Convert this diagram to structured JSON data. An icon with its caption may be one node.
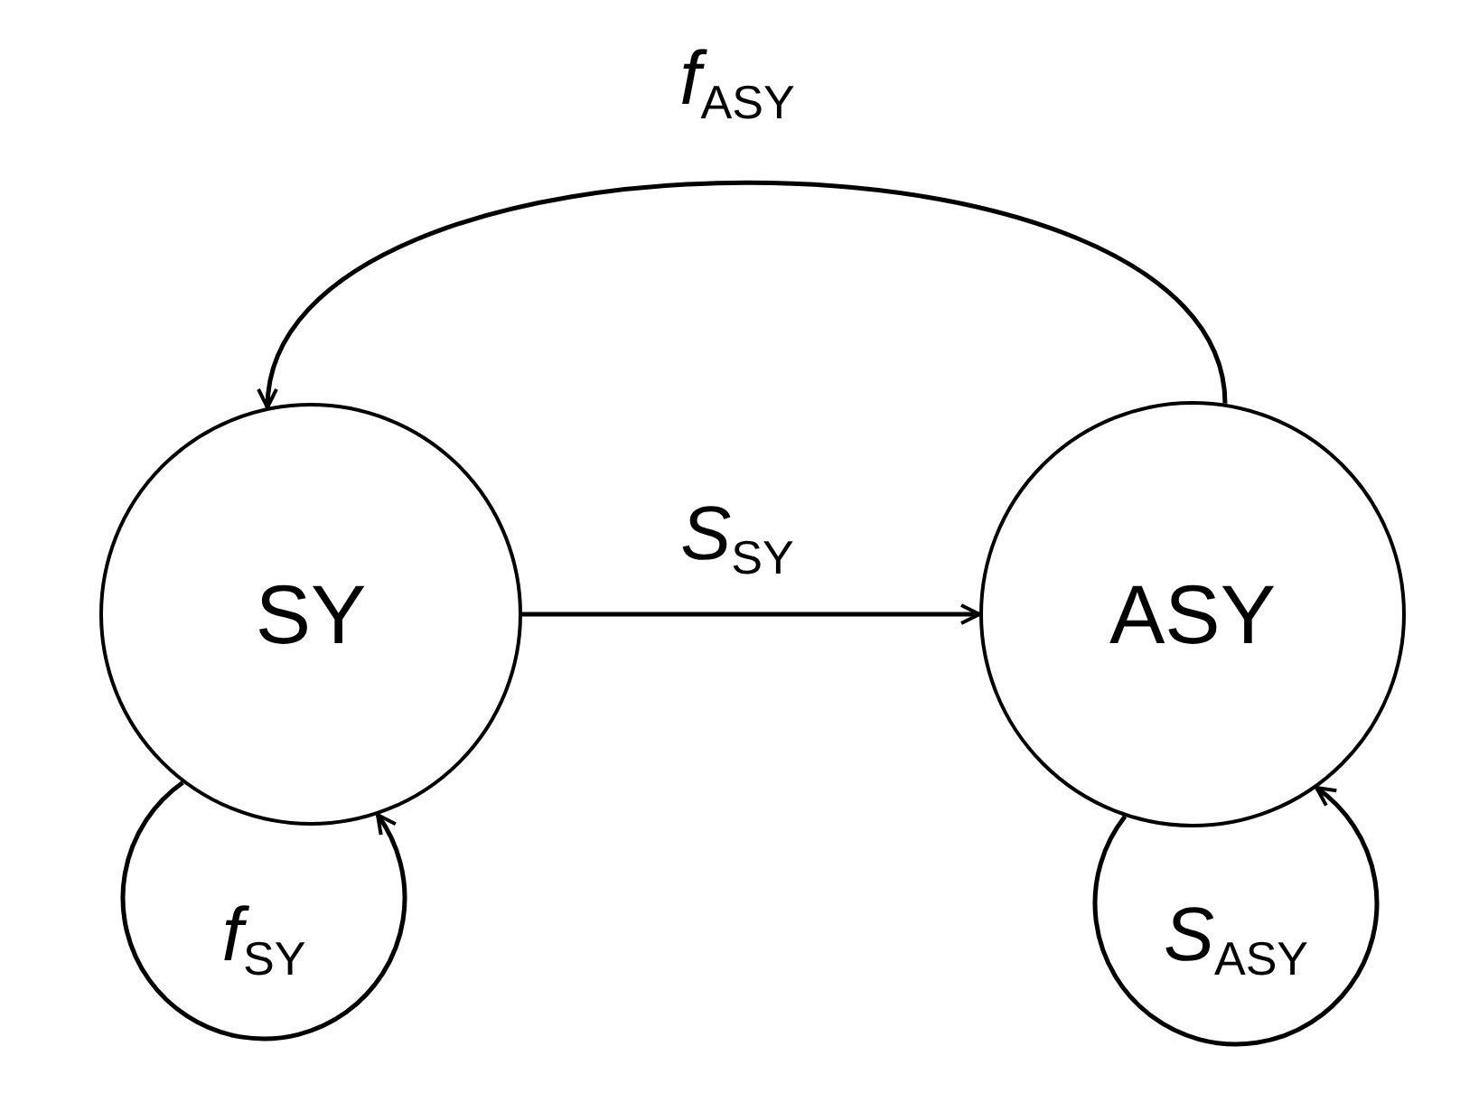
{
  "diagram": {
    "nodes": [
      {
        "text": [
          "SY"
        ]
      },
      {
        "text": [
          "ASY"
        ]
      }
    ],
    "edges": [
      {
        "from": 0,
        "to": 1,
        "arrow": "to",
        "label": "*S*$_{SY}$"
      },
      {
        "from": 1,
        "to": 0,
        "arrow": "to",
        "label": "*f*$_{ASY}$"
      },
      {
        "from": 0,
        "to": 0,
        "arrow": "to",
        "label": "*f*$_{SY}$"
      },
      {
        "from": 1,
        "to": 1,
        "arrow": "to",
        "label": "*S*$_{ASY}$"
      }
    ]
  }
}
